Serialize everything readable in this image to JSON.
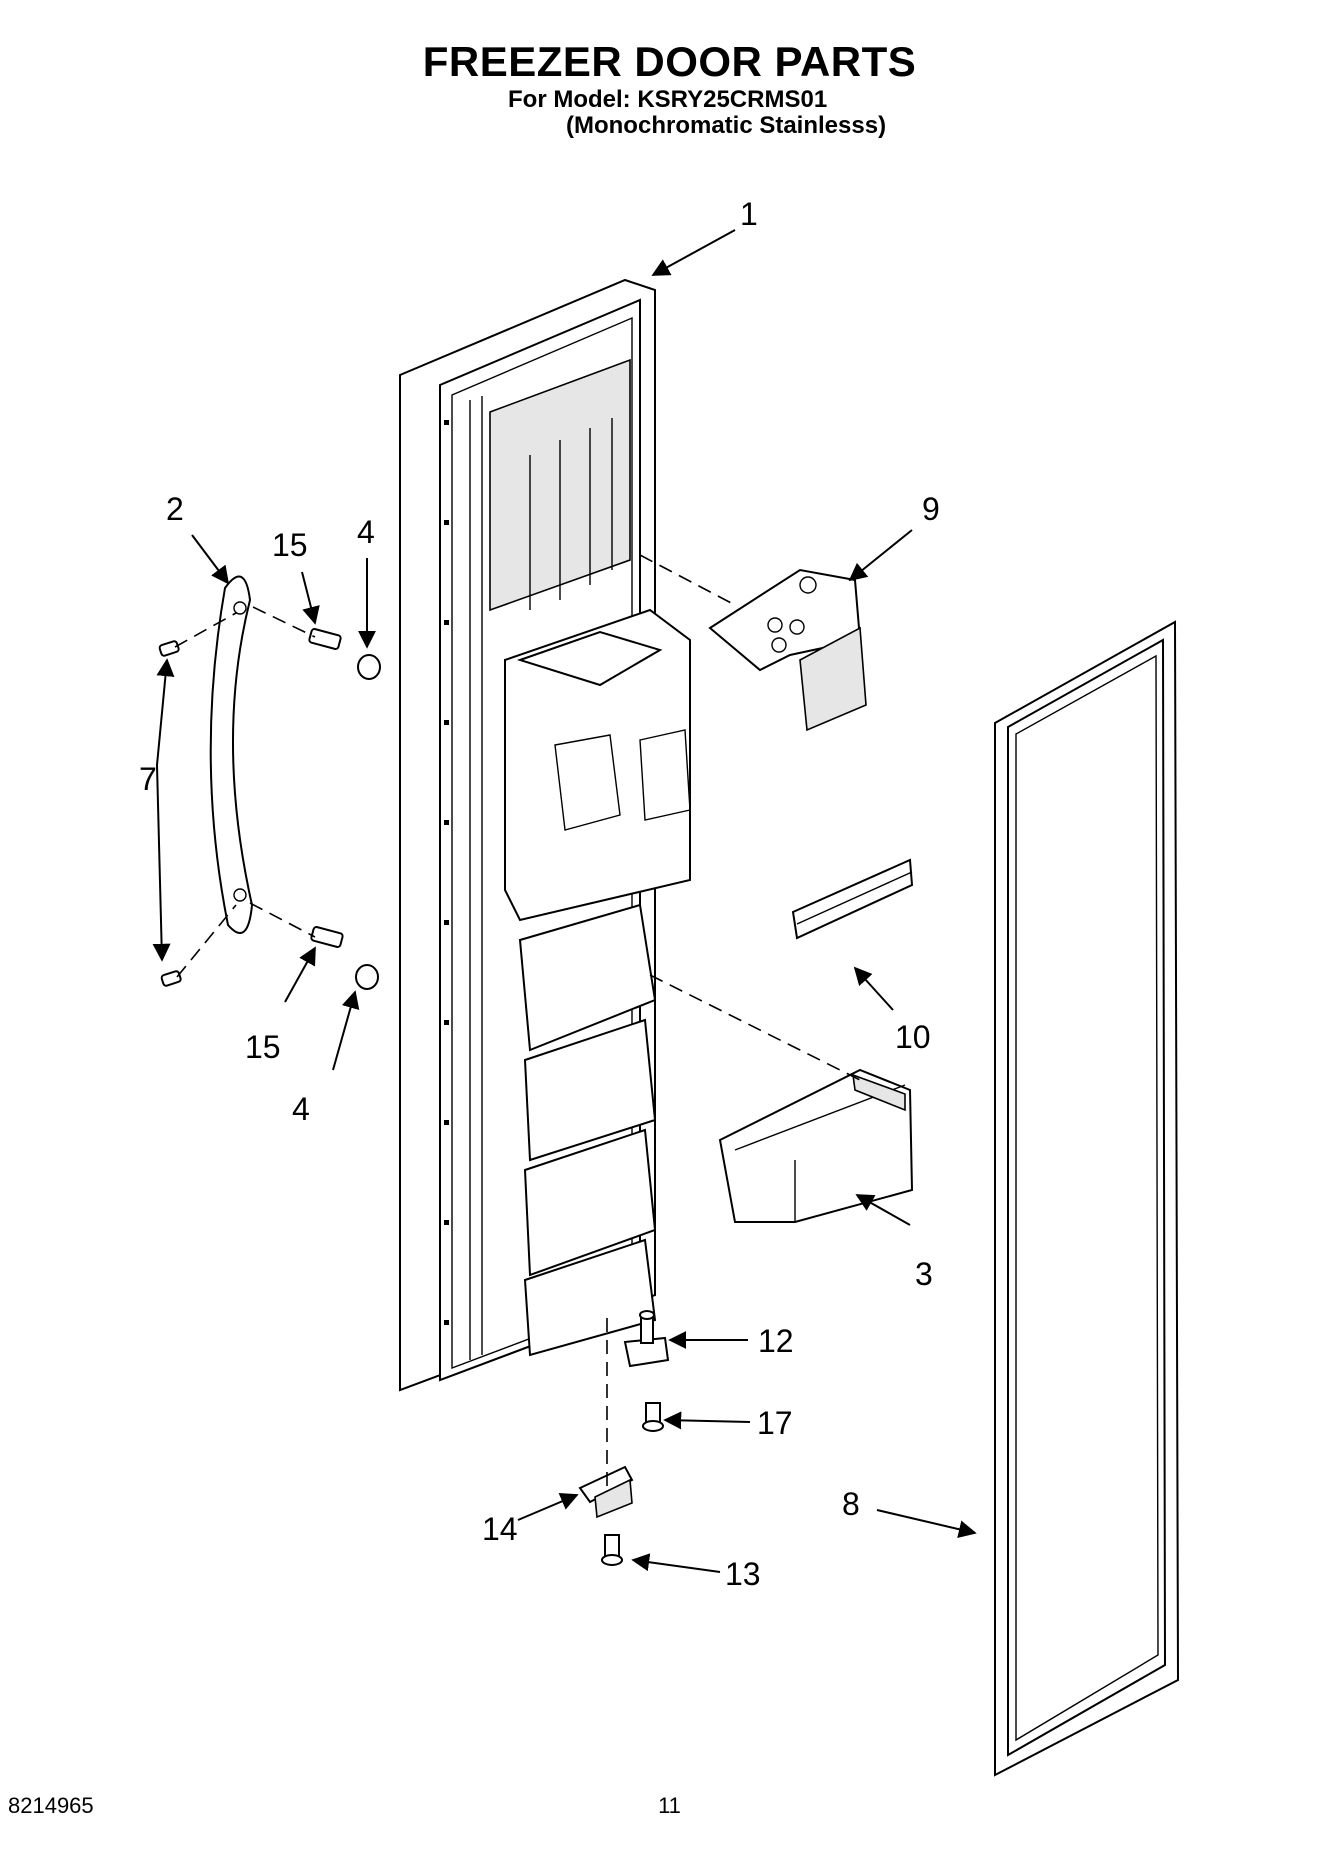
{
  "header": {
    "title": "FREEZER DOOR PARTS",
    "model_line": "For Model: KSRY25CRMS01",
    "variant_line": "(Monochromatic Stainlesss)"
  },
  "callouts": {
    "c1": "1",
    "c2": "2",
    "c3": "3",
    "c4a": "4",
    "c4b": "4",
    "c7": "7",
    "c8": "8",
    "c9": "9",
    "c10": "10",
    "c12": "12",
    "c13": "13",
    "c14": "14",
    "c15a": "15",
    "c15b": "15",
    "c17": "17"
  },
  "footer": {
    "doc_number": "8214965",
    "page_number": "11"
  }
}
